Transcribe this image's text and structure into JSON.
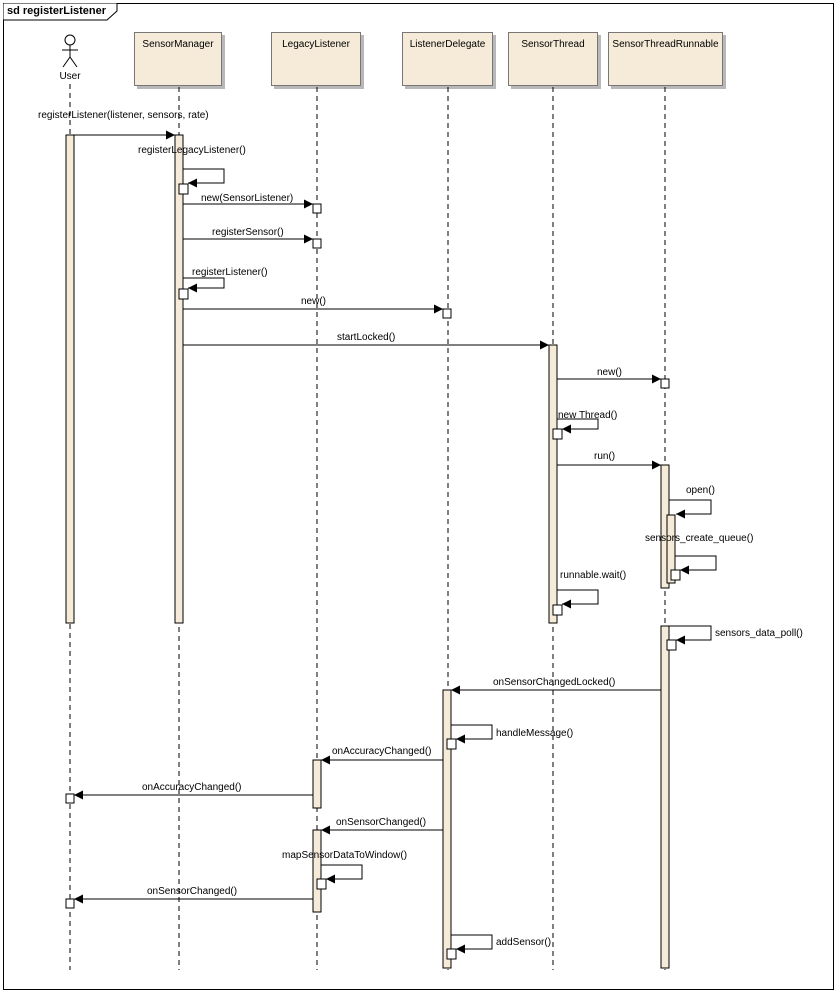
{
  "frame": {
    "title": "sd registerListener"
  },
  "actor": {
    "name": "User"
  },
  "lifelines": [
    {
      "name": "SensorManager"
    },
    {
      "name": "LegacyListener"
    },
    {
      "name": "ListenerDelegate"
    },
    {
      "name": "SensorThread"
    },
    {
      "name": "SensorThreadRunnable"
    }
  ],
  "messages": [
    "registerListener(listener, sensors, rate)",
    "registerLegacyListener()",
    "new(SensorListener)",
    "registerSensor()",
    "registerListener()",
    "new()",
    "startLocked()",
    "new()",
    "new Thread()",
    "run()",
    "open()",
    "sensors_create_queue()",
    "runnable.wait()",
    "sensors_data_poll()",
    "onSensorChangedLocked()",
    "handleMessage()",
    "onAccuracyChanged()",
    "onAccuracyChanged()",
    "onSensorChanged()",
    "mapSensorDataToWindow()",
    "onSensorChanged()",
    "addSensor()"
  ],
  "colors": {
    "lifeline_fill": "#f5ebd8",
    "line": "#000000",
    "shadow": "#b8b8b8"
  }
}
